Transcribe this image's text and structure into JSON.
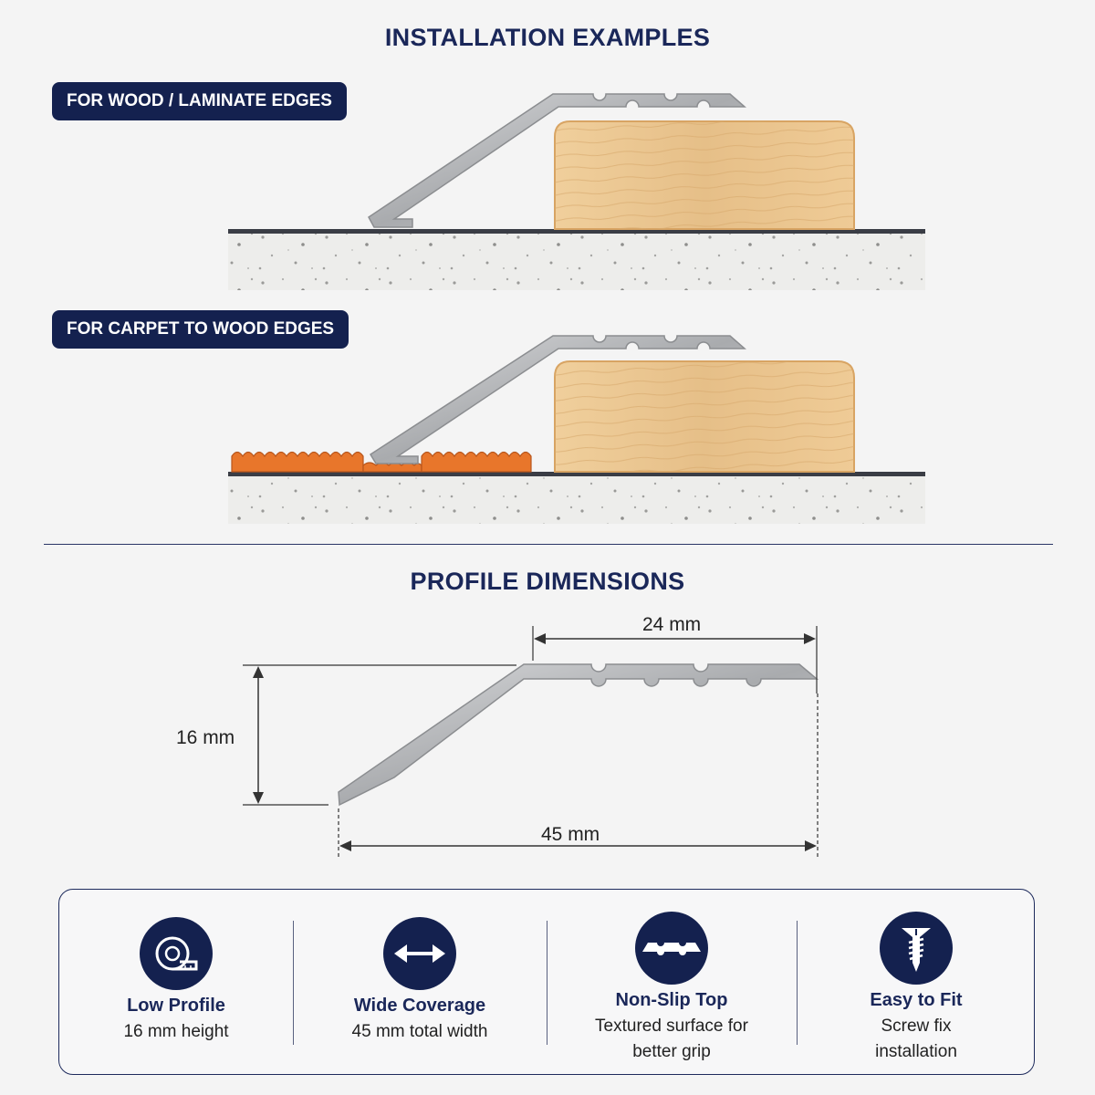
{
  "installation": {
    "title": "INSTALLATION EXAMPLES",
    "example1_label": "FOR WOOD / LAMINATE EDGES",
    "example2_label": "FOR CARPET TO WOOD EDGES"
  },
  "dimensions": {
    "title": "PROFILE DIMENSIONS",
    "top_width": "24 mm",
    "height": "16 mm",
    "total_width": "45 mm"
  },
  "features": [
    {
      "icon": "tape-measure-icon",
      "title": "Low Profile",
      "desc1": "16 mm height",
      "desc2": ""
    },
    {
      "icon": "double-arrow-icon",
      "title": "Wide Coverage",
      "desc1": "45 mm total width",
      "desc2": ""
    },
    {
      "icon": "non-slip-surface-icon",
      "title": "Non-Slip Top",
      "desc1": "Textured surface for",
      "desc2": "better grip"
    },
    {
      "icon": "screw-icon",
      "title": "Easy to Fit",
      "desc1": "Screw fix",
      "desc2": "installation"
    }
  ],
  "colors": {
    "navy": "#14214f",
    "wood": "#e9c48f",
    "carpet": "#e8762b",
    "concrete": "#ececea",
    "metal": "#b7b8bb"
  }
}
